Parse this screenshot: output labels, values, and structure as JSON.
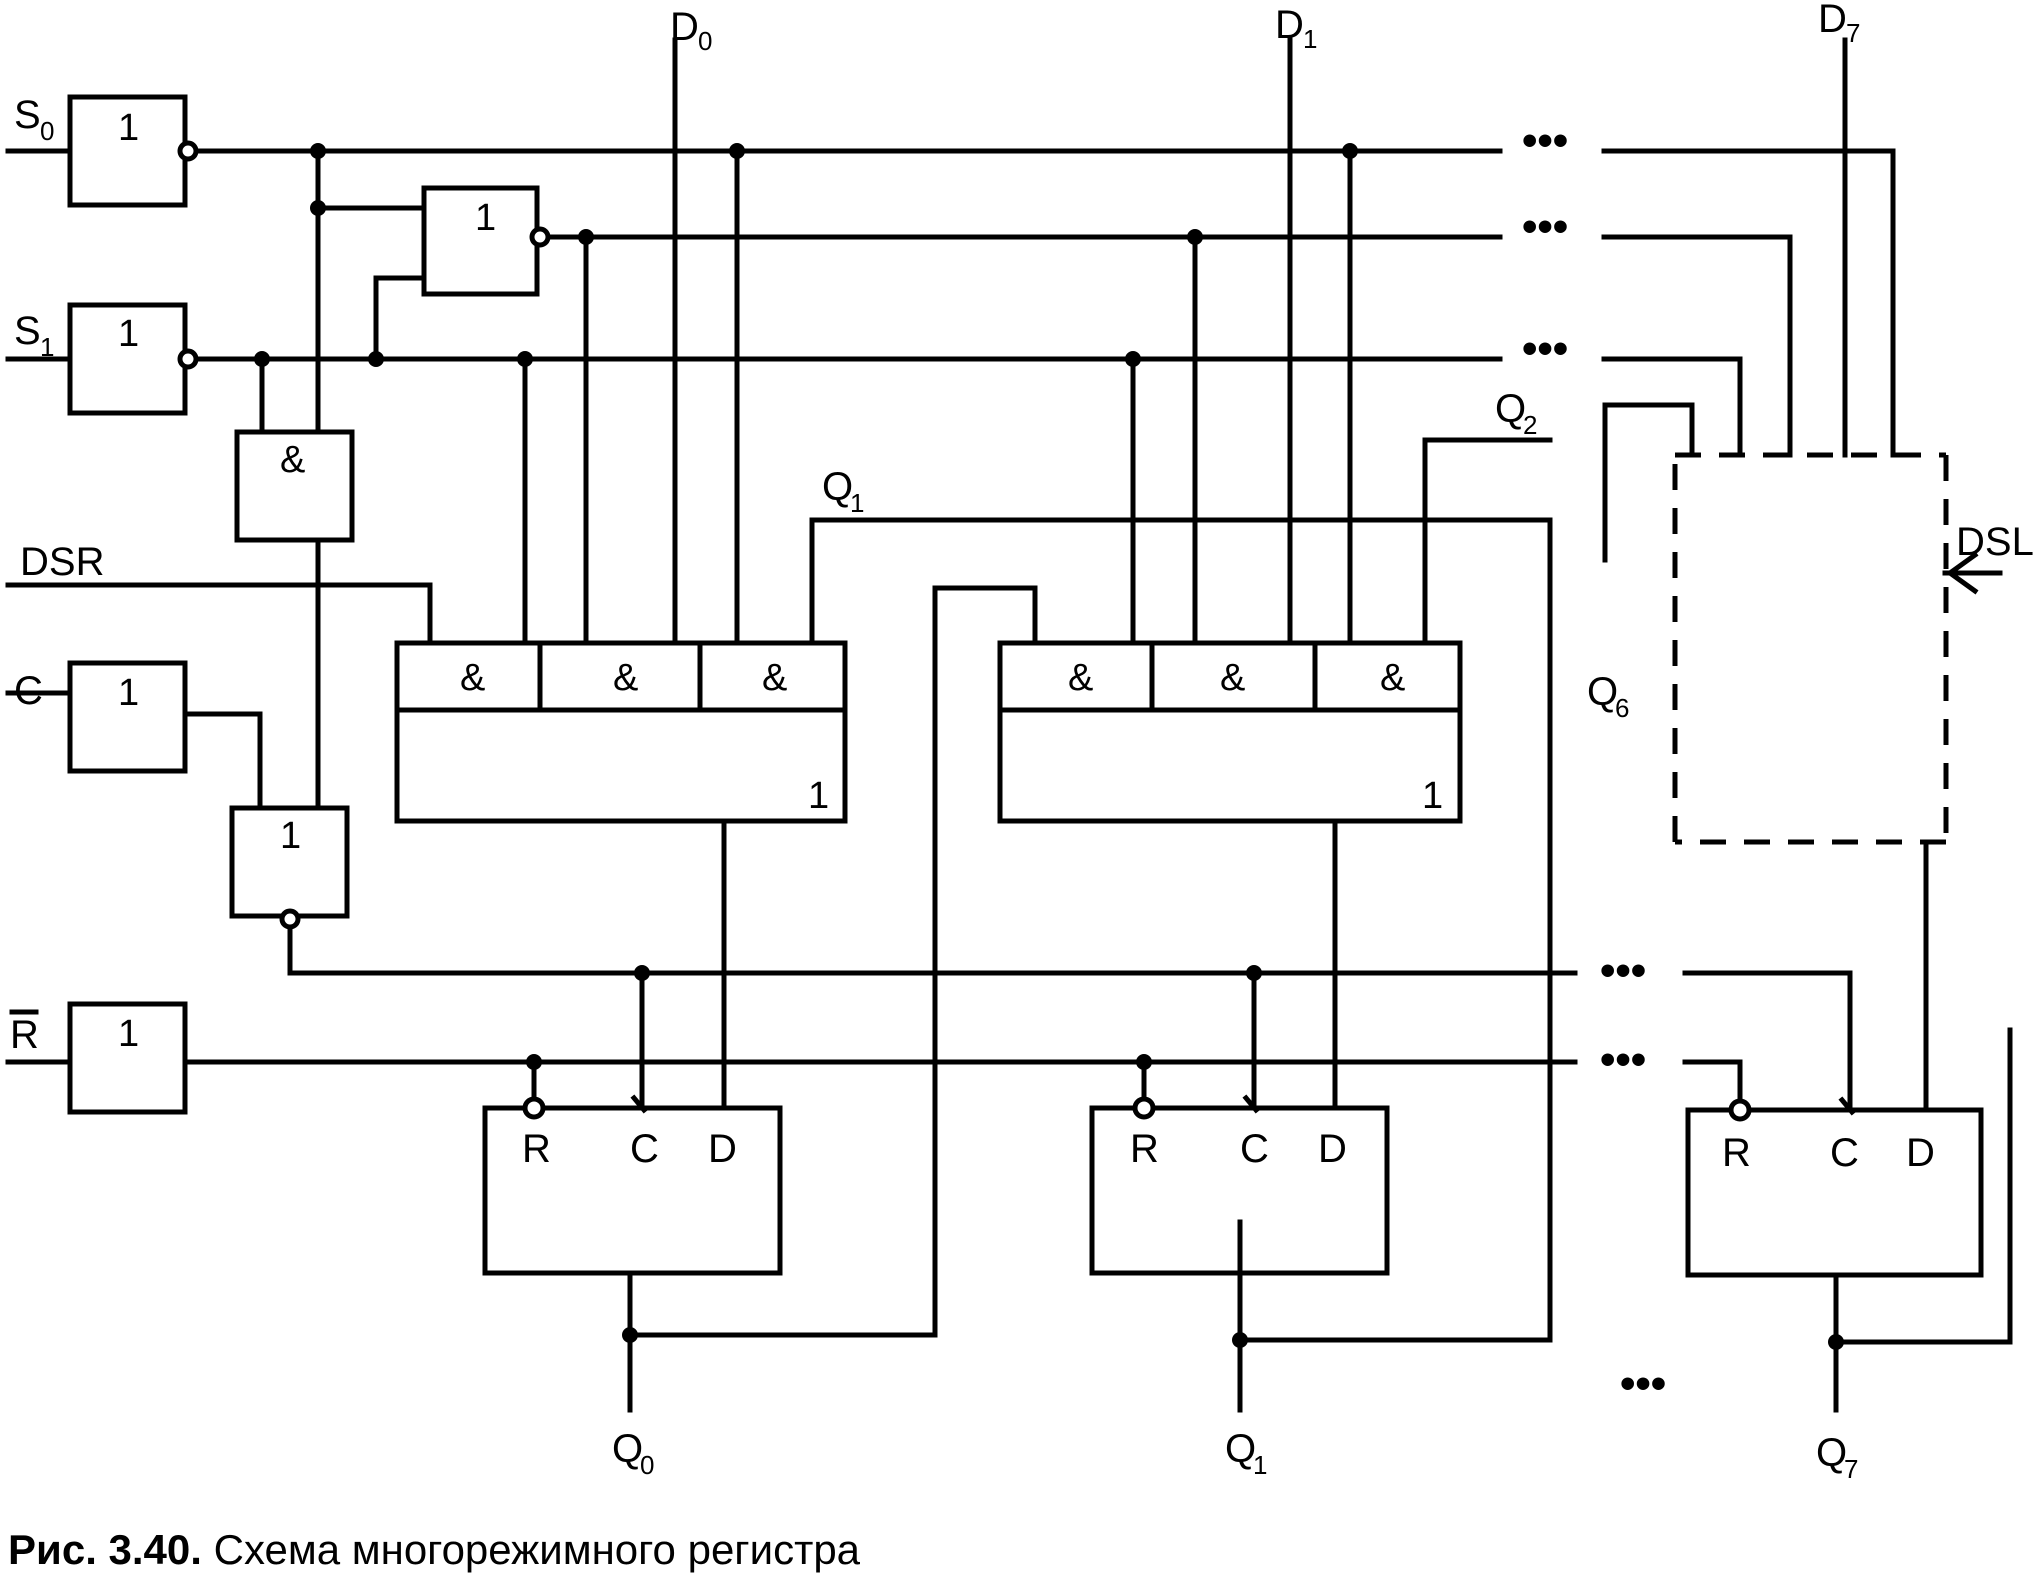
{
  "gate_symbols": {
    "or": "1",
    "and": "&"
  },
  "inputs": {
    "s0": "S",
    "s0_sub": "0",
    "s1": "S",
    "s1_sub": "1",
    "dsr": "DSR",
    "c": "C",
    "r": "R",
    "dsl": "DSL"
  },
  "data_inputs": [
    {
      "label": "D",
      "sub": "0"
    },
    {
      "label": "D",
      "sub": "1"
    },
    {
      "label": "D",
      "sub": "7"
    }
  ],
  "feedback_labels": [
    {
      "label": "Q",
      "sub": "1"
    },
    {
      "label": "Q",
      "sub": "2"
    },
    {
      "label": "Q",
      "sub": "6"
    }
  ],
  "triggers": [
    {
      "pins": [
        "R",
        "C",
        "D"
      ],
      "output": "Q",
      "output_sub": "0"
    },
    {
      "pins": [
        "R",
        "C",
        "D"
      ],
      "output": "Q",
      "output_sub": "1"
    },
    {
      "pins": [
        "R",
        "C",
        "D"
      ],
      "output": "Q",
      "output_sub": "7"
    }
  ],
  "ellipsis": "•••",
  "caption": {
    "figure": "Рис. 3.40.",
    "text": "Схема многорежимного регистра"
  }
}
